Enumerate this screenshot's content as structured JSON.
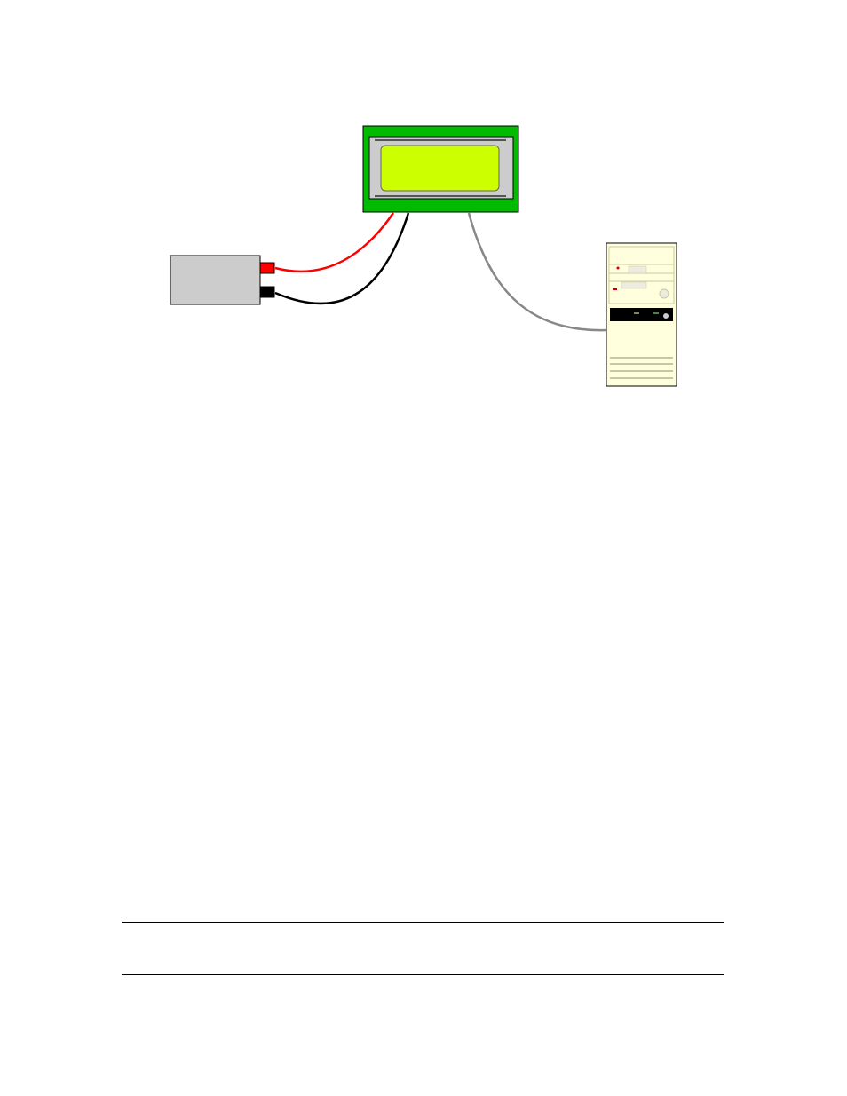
{
  "diagram": {
    "colors": {
      "lcd_board": "#00bb00",
      "lcd_bezel": "#cccccc",
      "lcd_screen": "#ccff00",
      "power_supply": "#cccccc",
      "wire_positive": "#ff0000",
      "wire_negative": "#000000",
      "data_cable": "#888888",
      "computer_case": "#ffffdd",
      "drive_bay": "#000000"
    },
    "components": [
      "lcd-module",
      "power-supply",
      "computer-tower"
    ],
    "connections": [
      {
        "from": "power-supply",
        "to": "lcd-module",
        "kind": "positive-wire"
      },
      {
        "from": "power-supply",
        "to": "lcd-module",
        "kind": "negative-wire"
      },
      {
        "from": "lcd-module",
        "to": "computer-tower",
        "kind": "data-cable"
      }
    ]
  },
  "footer": {
    "text": ""
  }
}
